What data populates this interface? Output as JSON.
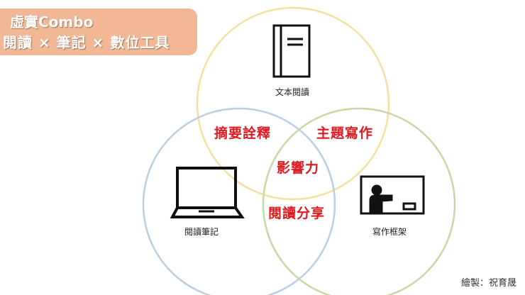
{
  "title": {
    "line1": "虛實Combo",
    "line2": "閱讀 × 筆記 × 數位工具"
  },
  "circles": [
    {
      "label": "文本閱讀",
      "icon": "book-icon",
      "color": "#f3e19b"
    },
    {
      "label": "閱讀筆記",
      "icon": "laptop-icon",
      "color": "#b8cfe4"
    },
    {
      "label": "寫作框架",
      "icon": "teacher-board-icon",
      "color": "#c5d9a6"
    }
  ],
  "overlaps": {
    "reading_notes": "摘要詮釋",
    "reading_writing": "主題寫作",
    "notes_writing": "閱讀分享",
    "center": "影響力"
  },
  "credit": "繪製：祝育晟",
  "colors": {
    "title_bg": "#f2b896",
    "overlap_text": "#e0191f"
  }
}
